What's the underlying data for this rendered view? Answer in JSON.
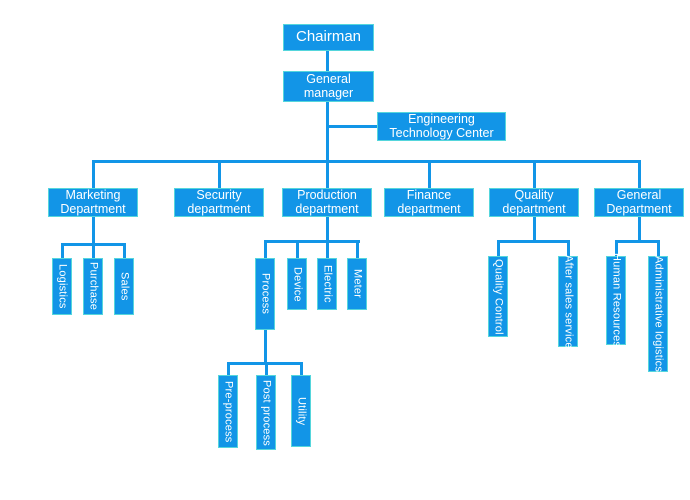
{
  "colors": {
    "box_fill": "#1295E7",
    "box_border": "#55D6DC",
    "connector_line": "#1295E7",
    "label_text": "#FFFFFF",
    "background": "#FFFFFF"
  },
  "org_chart": {
    "type": "organization-chart",
    "chairman": {
      "label": "Chairman"
    },
    "general_manager": {
      "label": "General manager"
    },
    "engineering_technology_center": {
      "label": "Engineering Technology Center"
    },
    "departments": {
      "marketing": {
        "label": "Marketing Department",
        "units": [
          "Logistics",
          "Purchase",
          "Sales"
        ]
      },
      "security": {
        "label": "Security department",
        "units": []
      },
      "production": {
        "label": "Production department",
        "units": [
          "Process",
          "Device",
          "Electric",
          "Meter"
        ],
        "process_units": [
          "Pre-process",
          "Post process",
          "Utility"
        ]
      },
      "finance": {
        "label": "Finance department",
        "units": []
      },
      "quality": {
        "label": "Quality department",
        "units": [
          "Quality Control",
          "After sales service"
        ]
      },
      "general": {
        "label": "General Department",
        "units": [
          "Human Resources",
          "Administrative logistics"
        ]
      }
    }
  }
}
